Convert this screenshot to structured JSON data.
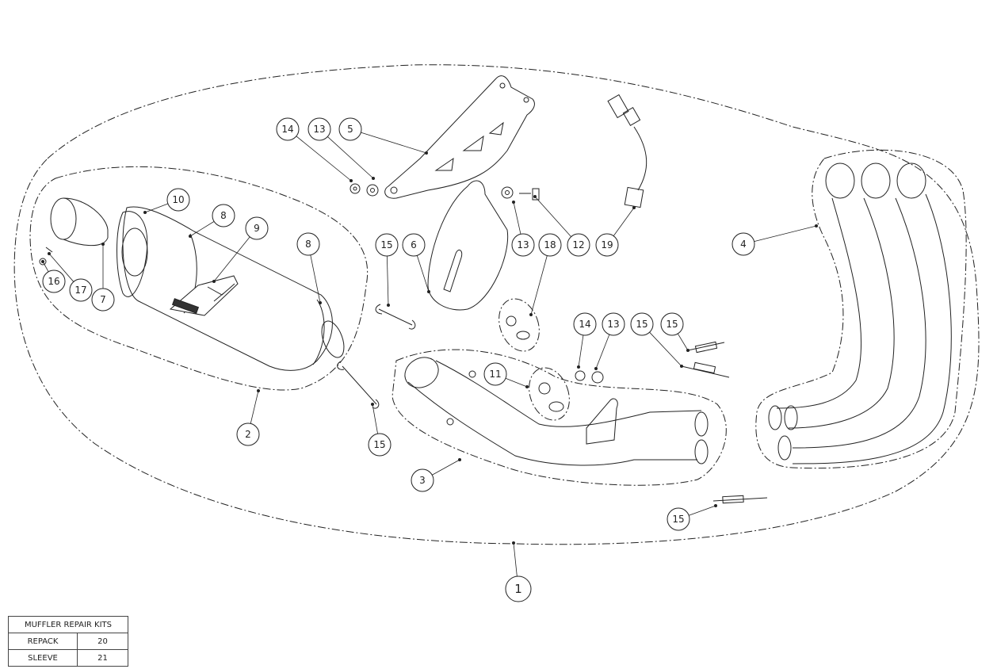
{
  "diagram": {
    "callouts": [
      "1",
      "2",
      "3",
      "4",
      "5",
      "6",
      "7",
      "8",
      "8",
      "9",
      "10",
      "11",
      "12",
      "13",
      "13",
      "13",
      "14",
      "14",
      "15",
      "15",
      "15",
      "15",
      "15",
      "16",
      "17",
      "18",
      "19"
    ]
  },
  "kits_table": {
    "title": "MUFFLER REPAIR KITS",
    "rows": [
      {
        "name": "REPACK",
        "value": "20"
      },
      {
        "name": "SLEEVE",
        "value": "21"
      }
    ]
  }
}
